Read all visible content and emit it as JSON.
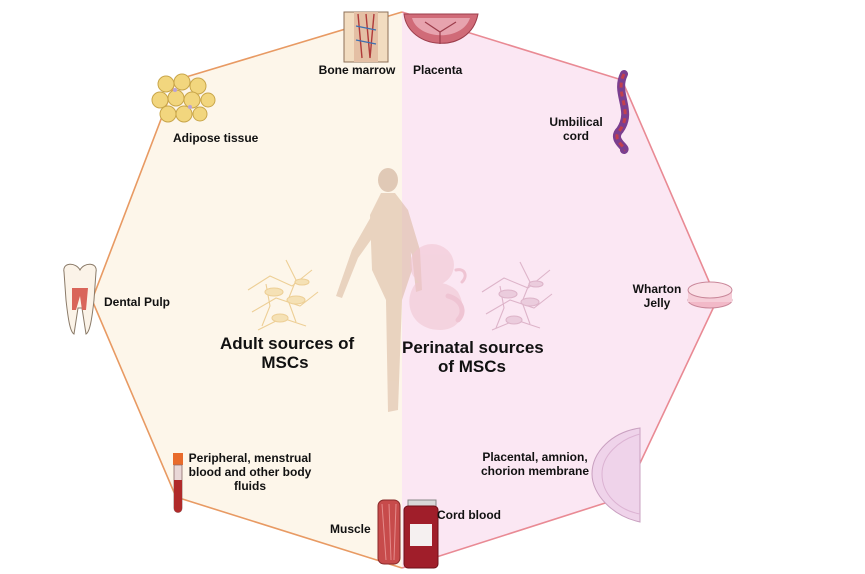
{
  "colors": {
    "adult_bg": "#fdf6ea",
    "perinatal_bg": "#fbe7f3",
    "adult_border": "#e89a63",
    "perinatal_border": "#e98a94"
  },
  "center": {
    "adult": {
      "line1": "Adult sources of",
      "line2": "MSCs"
    },
    "perinatal": {
      "line1": "Perinatal sources",
      "line2": "of MSCs"
    }
  },
  "sources": {
    "bone_marrow": "Bone marrow",
    "placenta": "Placenta",
    "adipose": "Adipose tissue",
    "umbilical": {
      "line1": "Umbilical",
      "line2": "cord"
    },
    "dental": "Dental Pulp",
    "wharton": {
      "line1": "Wharton",
      "line2": "Jelly"
    },
    "peripheral": {
      "line1": "Peripheral, menstrual",
      "line2": "blood and other body",
      "line3": "fluids"
    },
    "membrane": {
      "line1": "Placental, amnion,",
      "line2": "chorion membrane"
    },
    "muscle": "Muscle",
    "cord_blood": "Cord blood"
  }
}
